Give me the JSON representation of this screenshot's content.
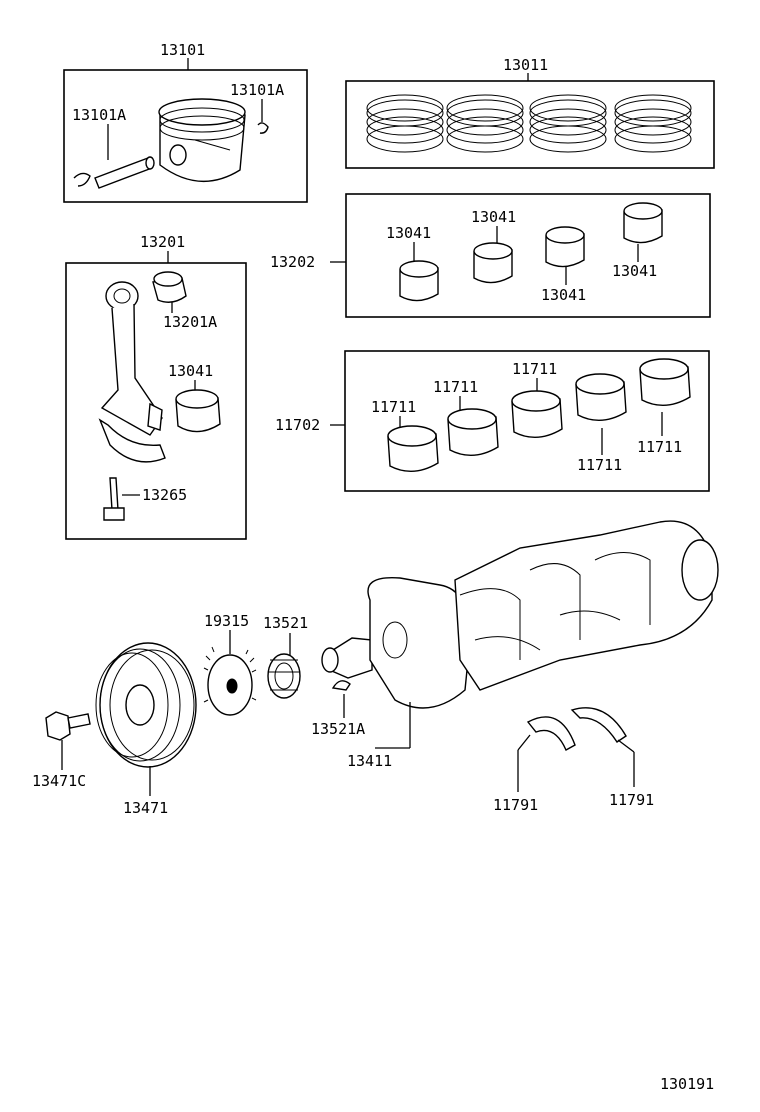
{
  "diagram_id": "130191",
  "groups": {
    "piston_set": {
      "label": "13101",
      "pin_label": "13101A",
      "clip_label": "13101A"
    },
    "ring_set": {
      "label": "13011"
    },
    "rod_bearing_set": {
      "label": "13202",
      "bearing_labels": [
        "13041",
        "13041",
        "13041",
        "13041"
      ]
    },
    "connecting_rod": {
      "label": "13201",
      "bushing_label": "13201A",
      "bearing_label": "13041",
      "bolt_label": "13265"
    },
    "main_bearing_set": {
      "label": "11702",
      "bearing_labels": [
        "11711",
        "11711",
        "11711",
        "11711",
        "11711"
      ]
    }
  },
  "parts": {
    "pulley_bolt": "13471C",
    "crank_pulley": "13471",
    "timing_rotor": "19315",
    "crank_gear": "13521",
    "woodruff_key": "13521A",
    "crankshaft": "13411",
    "thrust_washer_left": "11791",
    "thrust_washer_right": "11791"
  }
}
